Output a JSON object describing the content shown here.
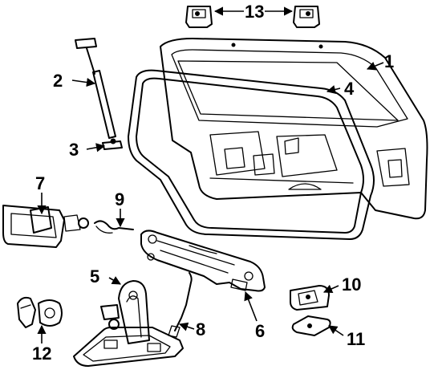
{
  "diagram": {
    "background": "#ffffff",
    "ink": "#000000",
    "callouts": [
      "1",
      "2",
      "3",
      "4",
      "5",
      "6",
      "7",
      "8",
      "9",
      "10",
      "11",
      "12",
      "13"
    ]
  }
}
